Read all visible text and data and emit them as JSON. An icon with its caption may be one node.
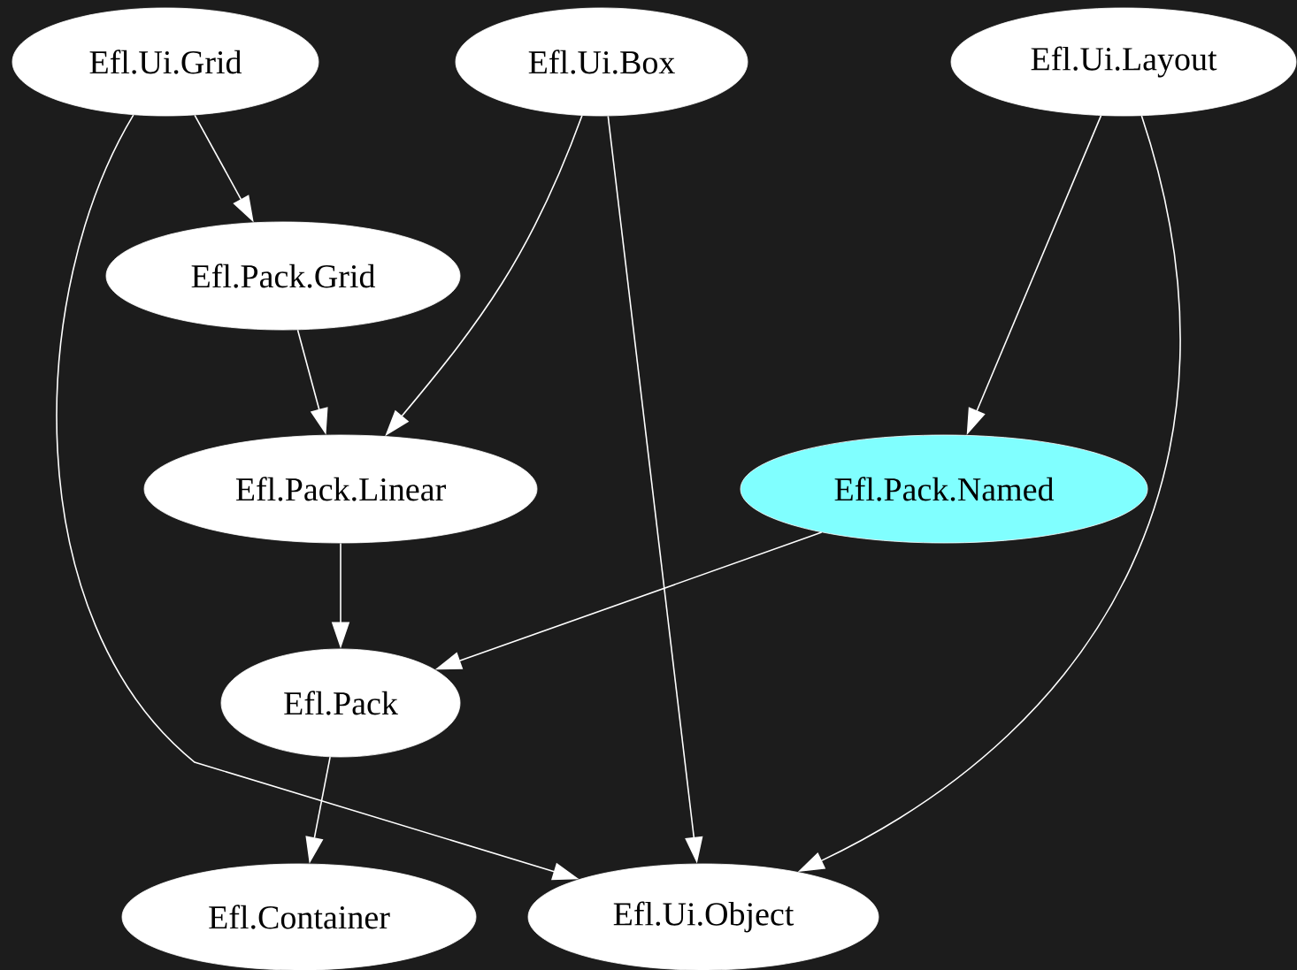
{
  "diagram": {
    "nodes": [
      {
        "text": [
          "Efl.Ui.Grid"
        ]
      },
      {
        "text": [
          "Efl.Ui.Box"
        ]
      },
      {
        "text": [
          "Efl.Ui.Layout"
        ]
      },
      {
        "text": [
          "Efl.Pack.Grid"
        ]
      },
      {
        "text": [
          "Efl.Pack.Linear"
        ]
      },
      {
        "text": [
          "Efl.Pack.Named"
        ]
      },
      {
        "text": [
          "Efl.Pack"
        ]
      },
      {
        "text": [
          "Efl.Container"
        ]
      },
      {
        "text": [
          "Efl.Ui.Object"
        ]
      }
    ],
    "edges": [
      {
        "from": 0,
        "to": 3,
        "arrow": "to"
      },
      {
        "from": 0,
        "to": 8,
        "arrow": "to"
      },
      {
        "from": 1,
        "to": 4,
        "arrow": "to"
      },
      {
        "from": 1,
        "to": 8,
        "arrow": "to"
      },
      {
        "from": 2,
        "to": 5,
        "arrow": "to"
      },
      {
        "from": 2,
        "to": 8,
        "arrow": "to"
      },
      {
        "from": 3,
        "to": 4,
        "arrow": "to"
      },
      {
        "from": 4,
        "to": 6,
        "arrow": "to"
      },
      {
        "from": 5,
        "to": 6,
        "arrow": "to"
      },
      {
        "from": 6,
        "to": 7,
        "arrow": "to"
      }
    ]
  }
}
